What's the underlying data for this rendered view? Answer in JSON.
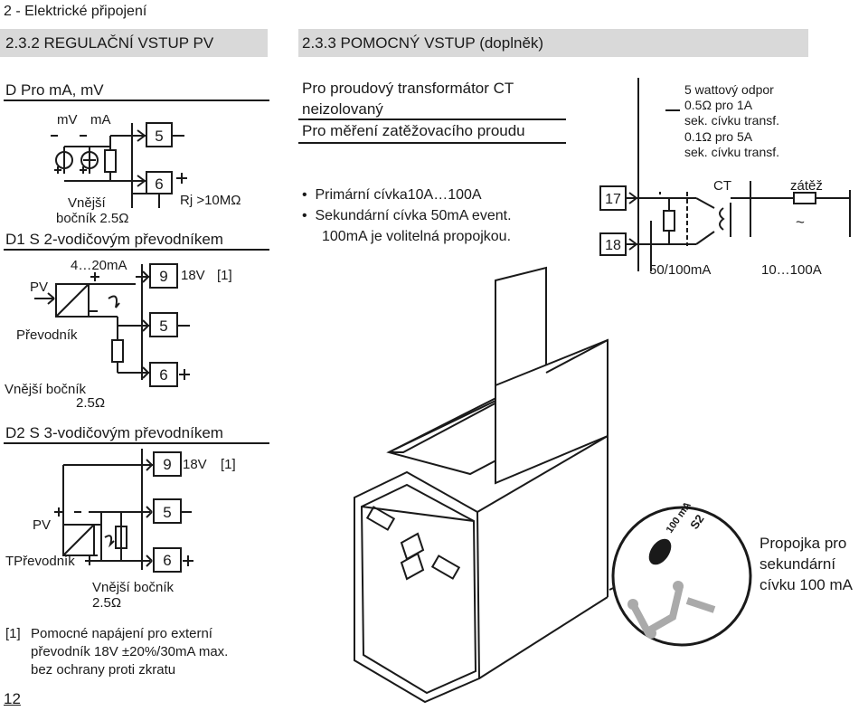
{
  "chapter": "2 - Elektrické připojení",
  "sections": {
    "left_title": "2.3.2 REGULAČNÍ VSTUP PV",
    "right_title": "2.3.3 POMOCNÝ VSTUP (doplněk)"
  },
  "block_d": {
    "heading": "D    Pro mA, mV",
    "mv": "mV",
    "ma": "mA",
    "t5": "5",
    "t6": "6",
    "ext1": "Vnější",
    "ext2": "bočník 2.5Ω",
    "rj": "Rj >10MΩ"
  },
  "block_d1": {
    "heading": "D1  S 2-vodičovým převodníkem",
    "ma_range": "4…20mA",
    "pv": "PV",
    "t9": "9",
    "v18": "18V",
    "note_ref": "[1]",
    "t5": "5",
    "t6": "6",
    "converter": "Převodník",
    "shunt1": "Vnější bočník",
    "shunt2": "2.5Ω"
  },
  "block_d2": {
    "heading": "D2  S 3-vodičovým převodníkem",
    "t9": "9",
    "v18": "18V",
    "note_ref": "[1]",
    "pv": "PV",
    "t5": "5",
    "t6": "6",
    "converter": "TPřevodník",
    "shunt1": "Vnější bočník",
    "shunt2": "2.5Ω"
  },
  "footnote": {
    "marker": "[1]",
    "line1": "Pomocné napájení pro externí",
    "line2": "převodník 18V    ±20%/30mA  max.",
    "line3": "bez ochrany proti zkratu"
  },
  "page_number": "12",
  "ct_block": {
    "line1": "Pro proudový transformátor CT",
    "line2": "neizolovaný",
    "line3": "Pro měření zatěžovacího proudu",
    "bullet1": "Primární cívka10A…100A",
    "bullet2": "Sekundární cívka 50mA event.",
    "bullet3": "100mA je volitelná propojkou."
  },
  "ct_diagram": {
    "r1": "5 wattový odpor",
    "r2": "0.5Ω pro 1A",
    "r3": "sek. cívku transf.",
    "r4": "0.1Ω pro 5A",
    "r5": "sek. cívku transf.",
    "t17": "17",
    "t18": "18",
    "ct": "CT",
    "load": "zátěž",
    "tilde": "~",
    "sec_range": "50/100mA",
    "prim_range": "10…100A"
  },
  "jumper": {
    "s2": "S2",
    "ma100": "100 mA",
    "callout1": "Propojka pro",
    "callout2": "sekundární",
    "callout3": "cívku 100 mA"
  }
}
